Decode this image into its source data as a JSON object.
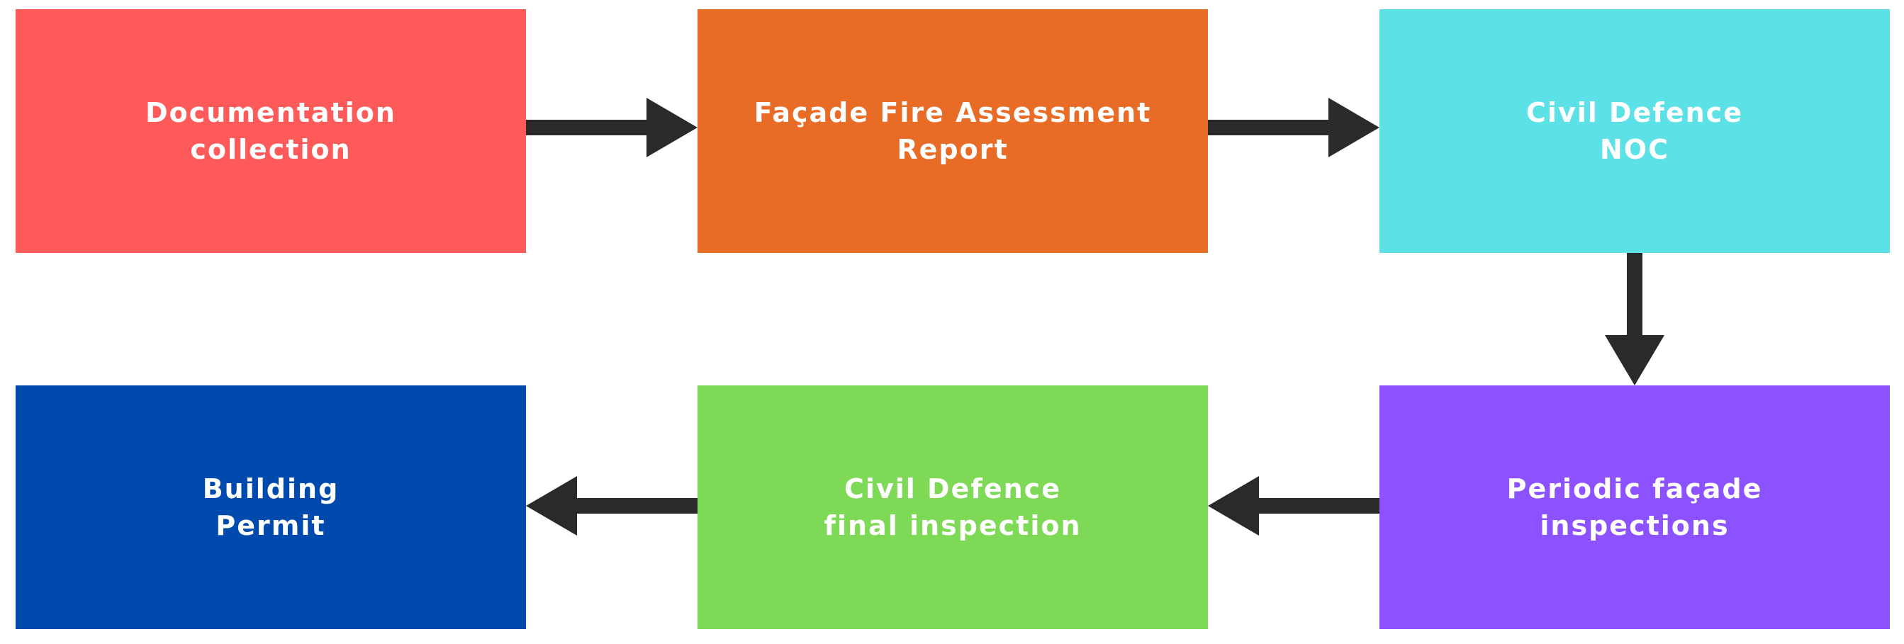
{
  "colors": {
    "arrow": "#2a2a2a",
    "documentation": "#ff5a5a",
    "facade_report": "#e86b26",
    "noc": "#5ce1e6",
    "building_permit": "#004aad",
    "final_inspection": "#7ed957",
    "periodic": "#8c52ff"
  },
  "steps": {
    "documentation": {
      "line1": "Documentation",
      "line2": "collection"
    },
    "facade_report": {
      "line1": "Façade Fire Assessment",
      "line2": "Report"
    },
    "noc": {
      "line1": "Civil Defence",
      "line2": "NOC"
    },
    "periodic": {
      "line1": "Periodic façade",
      "line2": "inspections"
    },
    "final_inspection": {
      "line1": "Civil Defence",
      "line2": "final inspection"
    },
    "building_permit": {
      "line1": "Building",
      "line2": "Permit"
    }
  }
}
